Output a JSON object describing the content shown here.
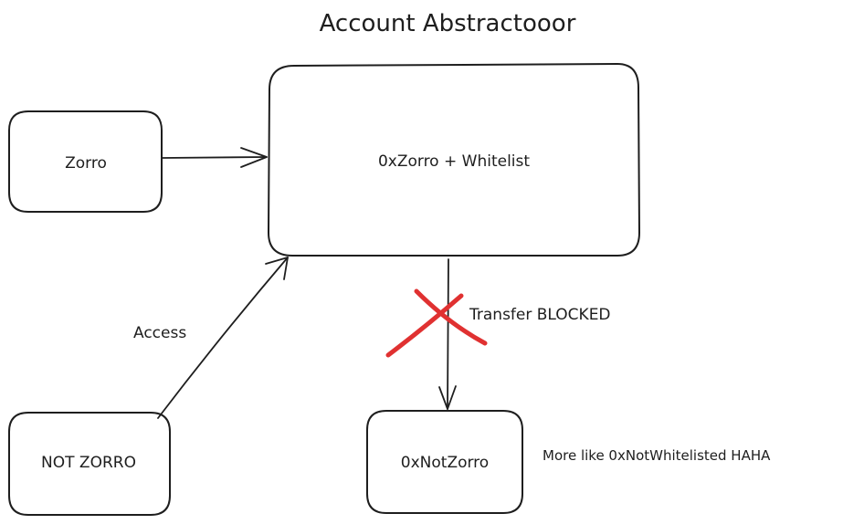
{
  "diagram": {
    "title": "Account Abstractooor",
    "nodes": {
      "main": {
        "label": "0xZorro + Whitelist"
      },
      "zorro": {
        "label": "Zorro"
      },
      "not_zorro": {
        "label": "NOT ZORRO"
      },
      "not_zorro_addr": {
        "label": "0xNotZorro"
      }
    },
    "edge_labels": {
      "access": "Access",
      "transfer": "Transfer BLOCKED",
      "note": "More like 0xNotWhitelisted HAHA"
    },
    "colors": {
      "stroke": "#1e1e1e",
      "blocked": "#e03131",
      "background": "#ffffff"
    }
  }
}
